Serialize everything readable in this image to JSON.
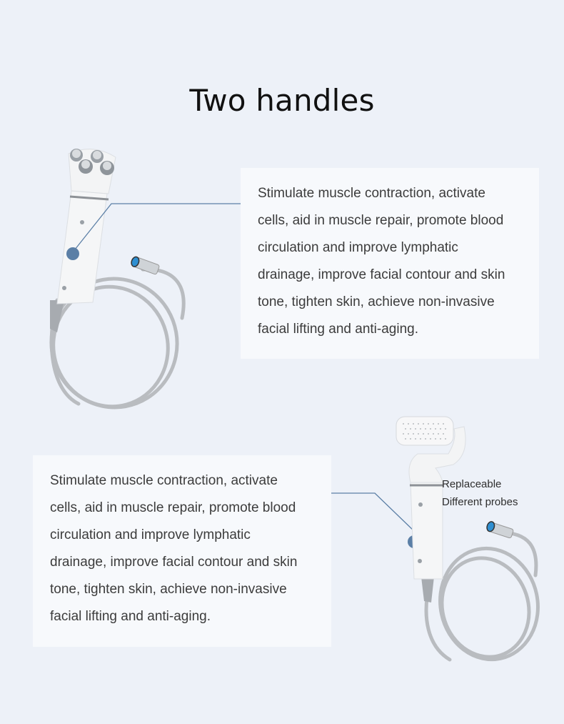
{
  "page": {
    "title": "Two handles",
    "background_color": "#edf1f8"
  },
  "handles": [
    {
      "name": "four-ball roller handle",
      "description_lines": [
        "Stimulate muscle contraction, activate",
        "cells, aid in muscle repair, promote blood",
        "circulation and improve lymphatic",
        "drainage, improve facial contour and skin",
        "tone, tighten skin, achieve non-invasive",
        "facial lifting and anti-aging."
      ],
      "marker_color": "#5b7fa6"
    },
    {
      "name": "perforated roller handle",
      "description_lines": [
        "Stimulate muscle contraction, activate",
        "cells, aid in muscle repair, promote blood",
        "circulation and improve lymphatic",
        "drainage, improve facial contour and skin",
        "tone, tighten skin, achieve non-invasive",
        "facial lifting and anti-aging."
      ],
      "side_label_lines": [
        "Replaceable",
        "Different probes"
      ],
      "marker_color": "#5b7fa6"
    }
  ]
}
